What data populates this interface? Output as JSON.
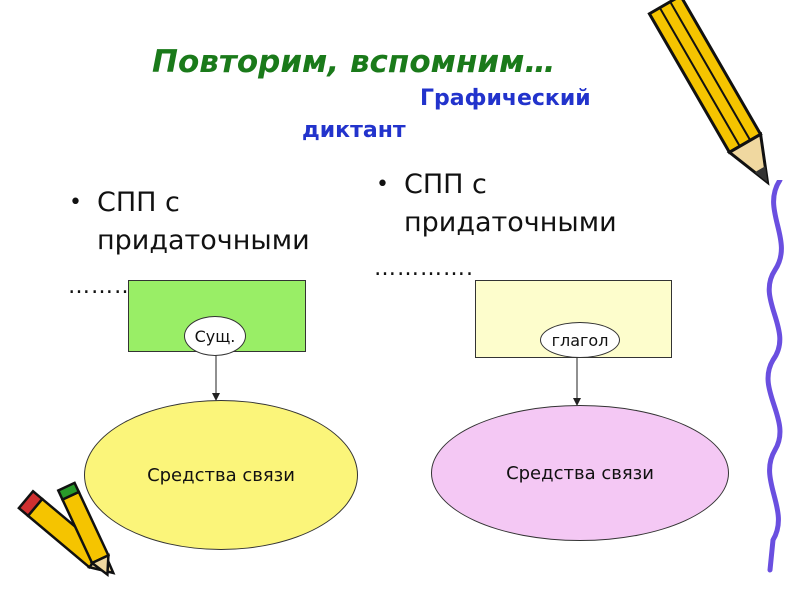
{
  "title": "Повторим, вспомним…",
  "subtitle_line1": "Графический",
  "subtitle_line2": "диктант",
  "left": {
    "bullet_line1": "СПП с",
    "bullet_line2": "придаточными",
    "dots": "………",
    "box_label": "Сущ.",
    "ellipse_label": "Средства связи",
    "box_color": "#99ee66",
    "ellipse_color": "#fbf57a"
  },
  "right": {
    "bullet_line1": "СПП с",
    "bullet_line2": "придаточными",
    "dots": "………….",
    "box_label": "глагол",
    "ellipse_label": "Средства связи",
    "box_color": "#fdfdcc",
    "ellipse_color": "#f4c8f4"
  },
  "colors": {
    "title": "#1a7a1a",
    "subtitle": "#2233cc"
  },
  "icons": [
    "pencil-icon",
    "pencil-icon",
    "pencil-icon",
    "wave-line-icon"
  ]
}
